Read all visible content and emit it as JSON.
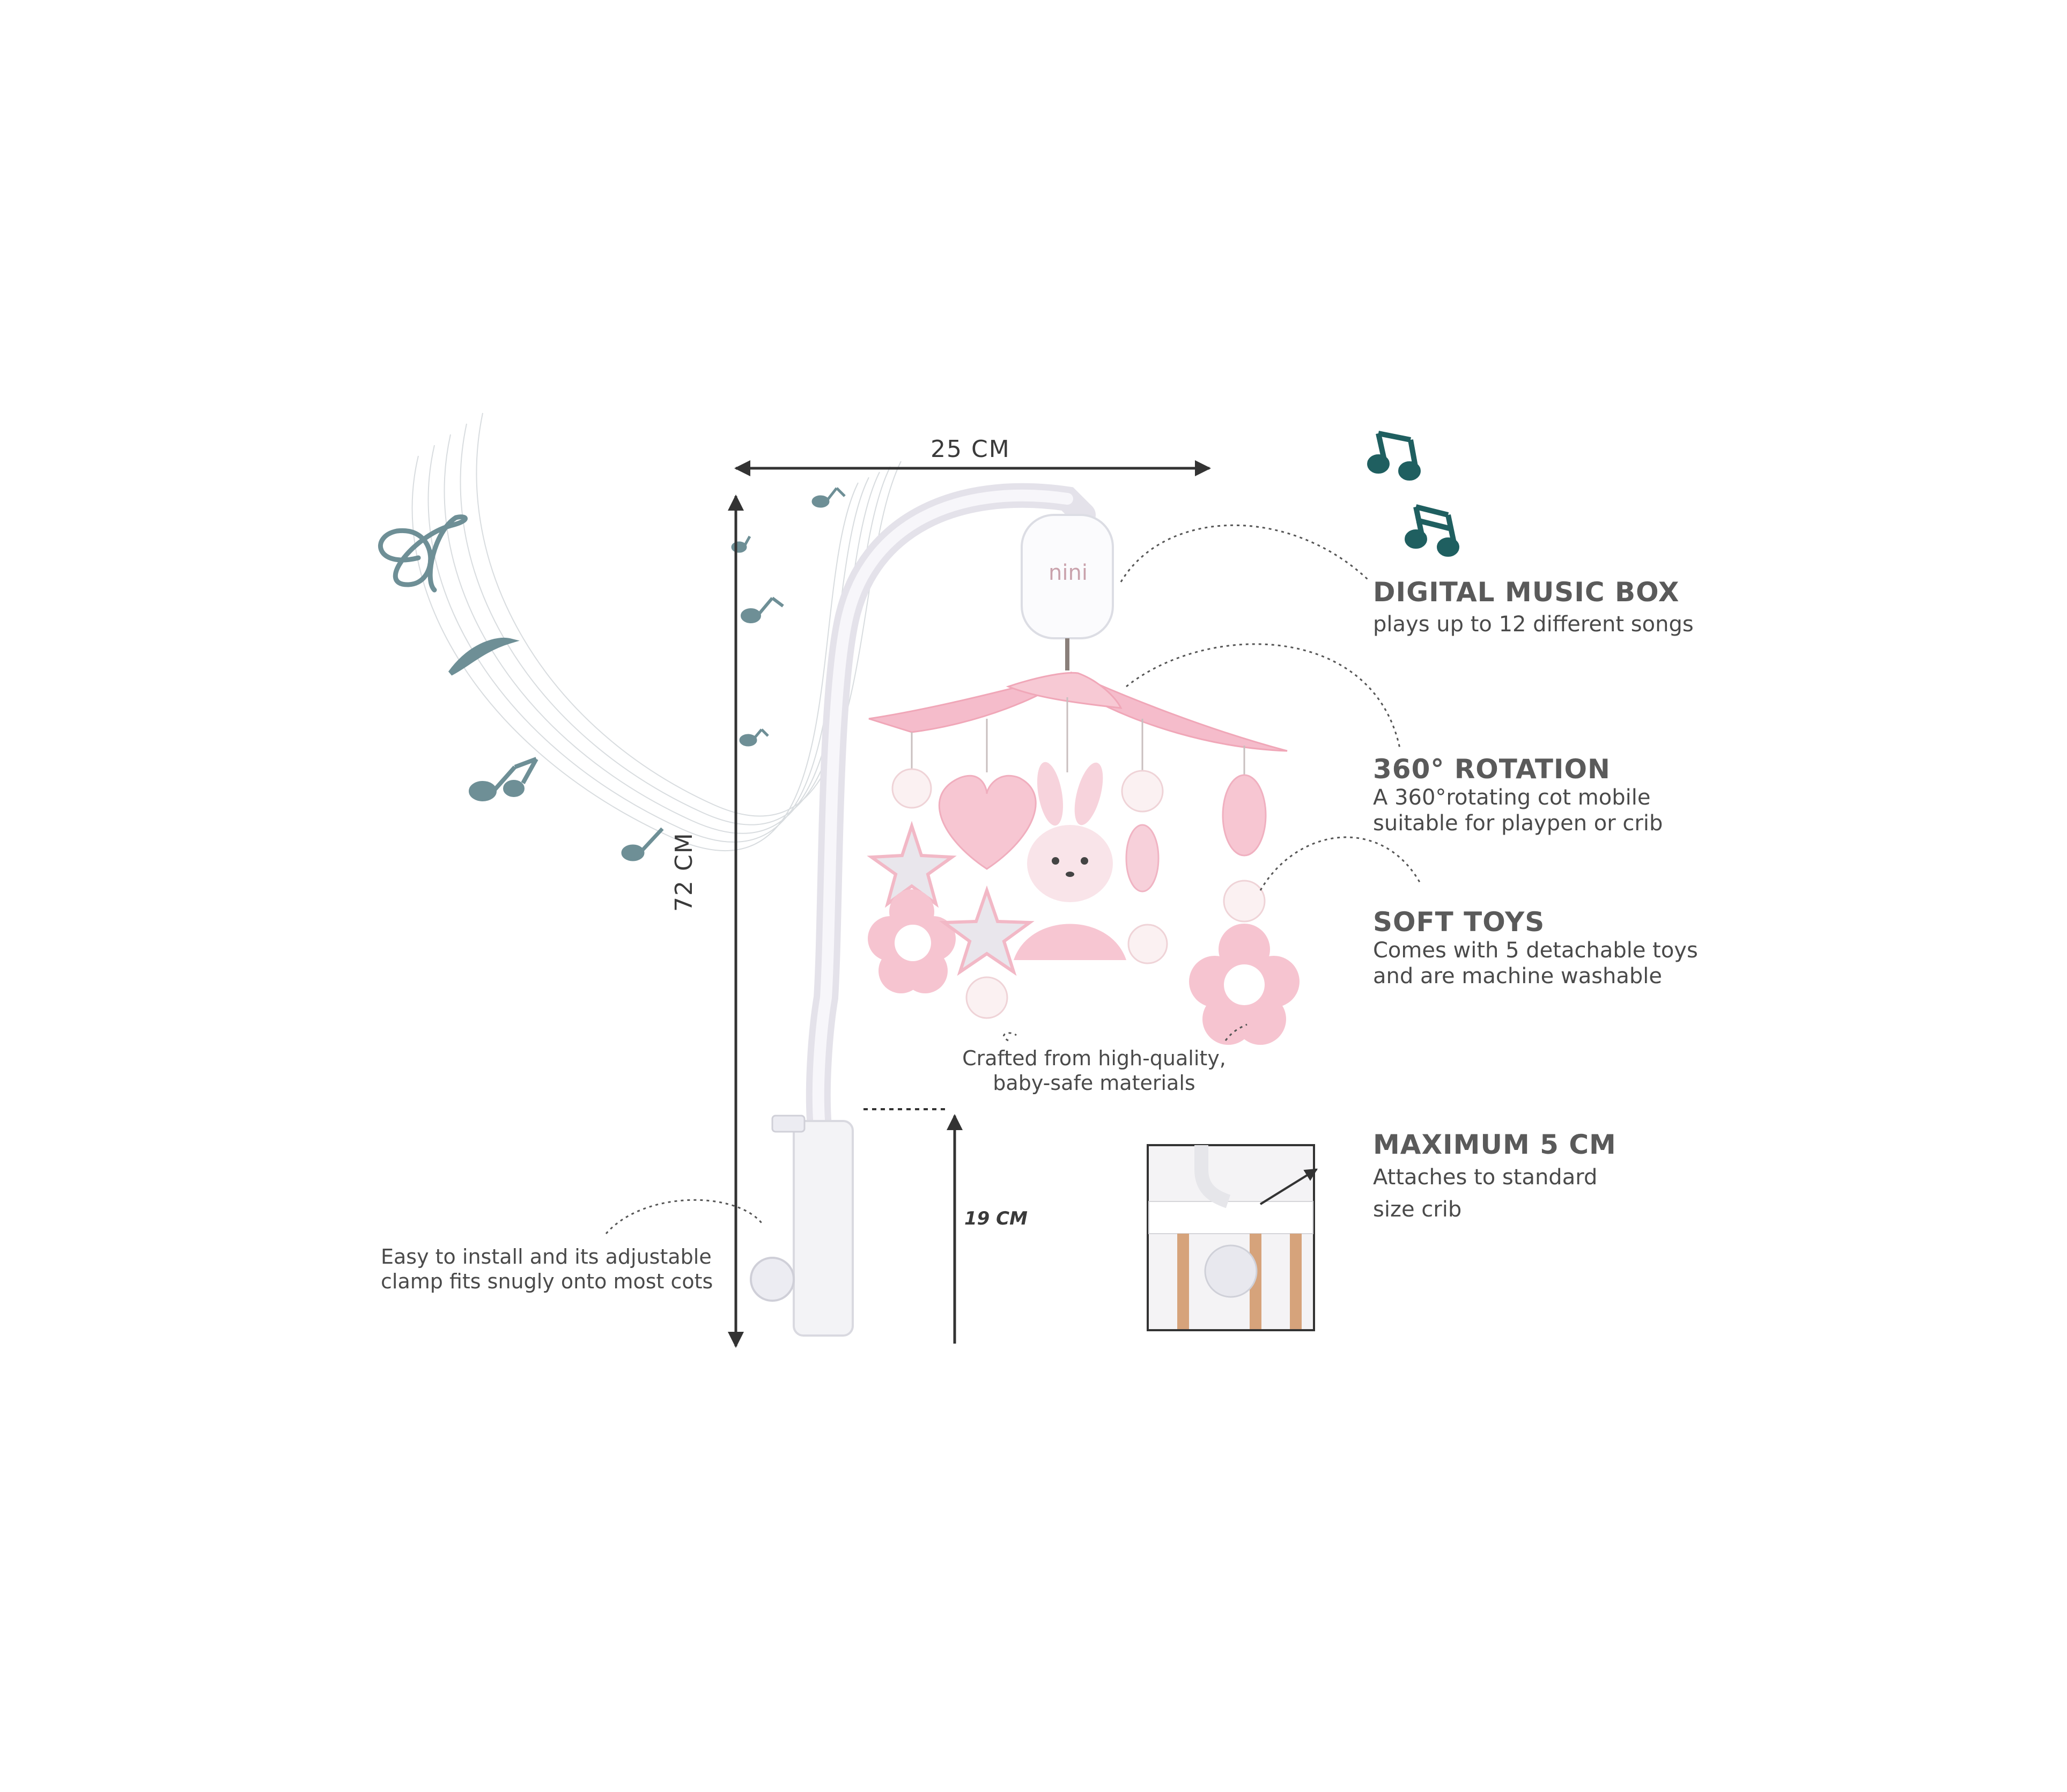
{
  "dimensions": {
    "width_label": "25 CM",
    "height_label": "72 CM",
    "clamp_height_label": "19 CM"
  },
  "features": [
    {
      "title": "DIGITAL MUSIC BOX",
      "description": "plays up to 12 different songs"
    },
    {
      "title": "360° ROTATION",
      "description": "A 360°rotating cot mobile suitable for playpen or crib"
    },
    {
      "title": "SOFT TOYS",
      "description": "Comes with 5 detachable toys and  are machine washable"
    },
    {
      "title": "MAXIMUM 5 CM",
      "description": "Attaches to standard size crib"
    }
  ],
  "notes": {
    "materials": "Crafted from high-quality, baby-safe materials",
    "install": "Easy to install and its adjustable clamp fits snugly onto most cots"
  },
  "brand": {
    "logo_text": "nini"
  },
  "colors": {
    "note_icons": "#1f5f60",
    "decor_notes": "#6e8f96",
    "pink": "#f4b6c4",
    "arrow": "#333333"
  }
}
